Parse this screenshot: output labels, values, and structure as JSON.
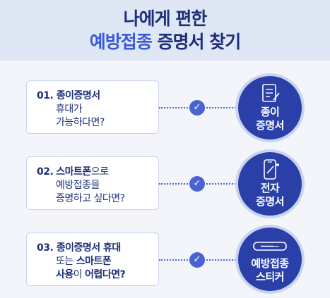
{
  "header": {
    "title_line1": "나에게 편한",
    "title_line2_highlight": "예방접종",
    "title_line2_rest": " 증명서 찾기"
  },
  "items": [
    {
      "number": "01.",
      "line1_bold": "종이증명서",
      "line2": "휴대가",
      "line3": "가능하다면?",
      "result": [
        "종이",
        "증명서"
      ],
      "icon": "paper-certificate-icon"
    },
    {
      "number": "02.",
      "line1_bold": "스마트폰",
      "line1_rest": "으로",
      "line2": "예방접종을",
      "line3": "증명하고 싶다면?",
      "result": [
        "전자",
        "증명서"
      ],
      "icon": "smartphone-certificate-icon"
    },
    {
      "number": "03.",
      "line1_bold": "종이증명서 휴대",
      "line2_rest_prefix": "또는 ",
      "line2_bold": "스마트폰",
      "line3_bold_a": "사용",
      "line3_mid": "이 ",
      "line3_bold_b": "어렵다면?",
      "result": [
        "예방접종",
        "스티커"
      ],
      "icon": "syringe-sticker-icon"
    }
  ],
  "colors": {
    "navy": "#1d2f7a",
    "accent": "#4a63cf",
    "circle": "#2a3fa8"
  }
}
